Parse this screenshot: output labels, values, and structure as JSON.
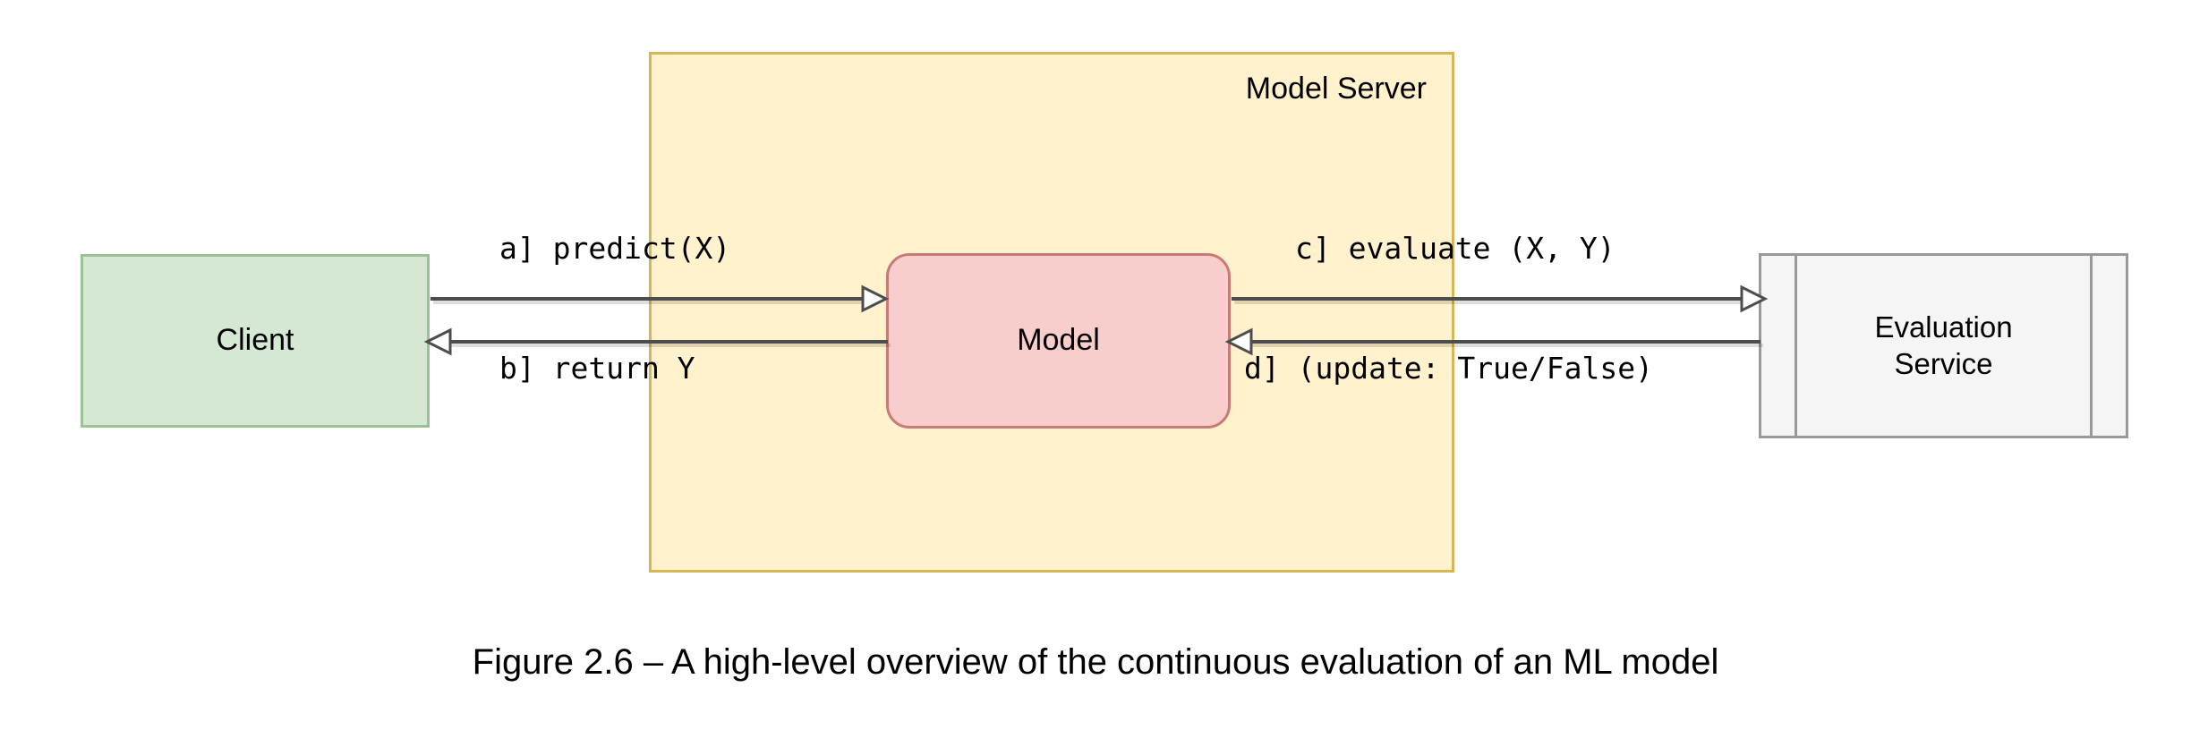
{
  "figure": {
    "caption": "Figure 2.6 – A high-level overview of the continuous evaluation of an ML model"
  },
  "nodes": {
    "model_server": {
      "label": "Model Server",
      "fill": "#fff2cc",
      "stroke": "#d6b656"
    },
    "client": {
      "label": "Client",
      "fill": "#d5e8d4",
      "stroke": "#9cc095"
    },
    "model": {
      "label": "Model",
      "fill": "#f8cecc",
      "stroke": "#c97a76"
    },
    "eval_service": {
      "label": "Evaluation\nService",
      "label_line1": "Evaluation",
      "label_line2": "Service",
      "fill": "#f5f5f5",
      "stroke": "#999999"
    }
  },
  "edges": [
    {
      "id": "a",
      "label": "a] predict(X)",
      "from": "client",
      "to": "model",
      "direction": "right"
    },
    {
      "id": "b",
      "label": "b] return Y",
      "from": "model",
      "to": "client",
      "direction": "left"
    },
    {
      "id": "c",
      "label": "c] evaluate (X, Y)",
      "from": "model",
      "to": "eval_service",
      "direction": "right"
    },
    {
      "id": "d",
      "label": "d] (update: True/False)",
      "from": "eval_service",
      "to": "model",
      "direction": "left"
    }
  ],
  "colors": {
    "edge_stroke": "#4d4d4d",
    "background": "#ffffff",
    "text": "#000000"
  }
}
